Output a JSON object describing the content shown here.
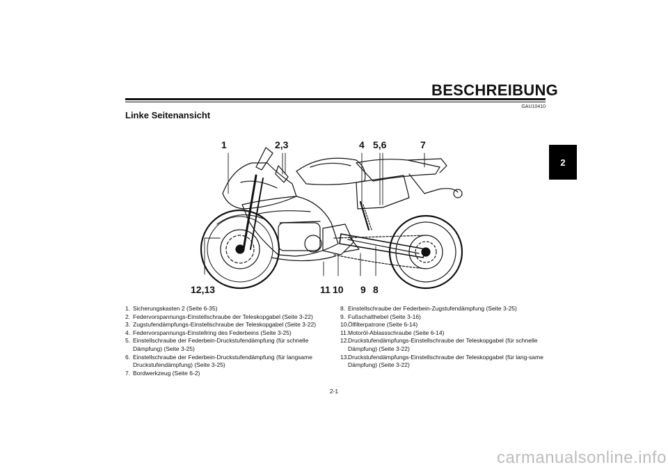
{
  "header": {
    "title": "BESCHREIBUNG",
    "doc_code": "GAU10410"
  },
  "chapter_tab": "2",
  "section": {
    "title": "Linke Seitenansicht"
  },
  "figure": {
    "callouts": [
      "1",
      "2,3",
      "4",
      "5,6",
      "7",
      "12,13",
      "11",
      "10",
      "9",
      "8"
    ]
  },
  "legend": {
    "left": [
      {
        "num": "1.",
        "text": "Sicherungskasten 2 (Seite 6-35)"
      },
      {
        "num": "2.",
        "text": "Federvorspannungs-Einstellschraube der Teleskopgabel (Seite 3-22)"
      },
      {
        "num": "3.",
        "text": "Zugstufendämpfungs-Einstellschraube der Teleskopgabel (Seite 3-22)"
      },
      {
        "num": "4.",
        "text": "Federvorspannungs-Einstellring des Federbeins (Seite 3-25)"
      },
      {
        "num": "5.",
        "text": "Einstellschraube der Federbein-Druckstufendämpfung (für schnelle Dämpfung) (Seite 3-25)"
      },
      {
        "num": "6.",
        "text": "Einstellschraube der Federbein-Druckstufendämpfung (für langsame Druckstufendämpfung) (Seite 3-25)"
      },
      {
        "num": "7.",
        "text": "Bordwerkzeug (Seite 6-2)"
      }
    ],
    "right": [
      {
        "num": "8.",
        "text": "Einstellschraube der Federbein-Zugstufendämpfung (Seite 3-25)"
      },
      {
        "num": "9.",
        "text": "Fußschalthebel (Seite 3-16)"
      },
      {
        "num": "10.",
        "text": "Ölfilterpatrone (Seite 6-14)"
      },
      {
        "num": "11.",
        "text": "Motoröl-Ablassschraube (Seite 6-14)"
      },
      {
        "num": "12.",
        "text": "Druckstufendämpfungs-Einstellschraube der Teleskopgabel (für schnelle Dämpfung) (Seite 3-22)"
      },
      {
        "num": "13.",
        "text": "Druckstufendämpfungs-Einstellschraube der Teleskopgabel (für lang-same Dämpfung) (Seite 3-22)"
      }
    ]
  },
  "page_number": "2-1",
  "watermark": "carmanualsonline.info"
}
